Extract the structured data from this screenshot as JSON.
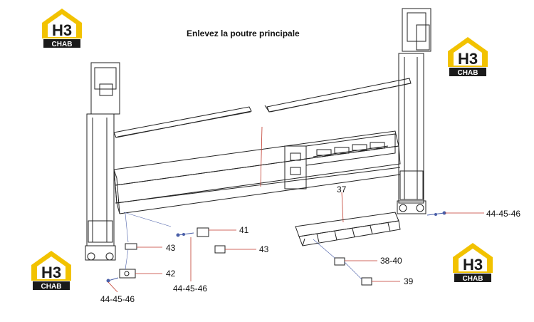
{
  "title": "Enlevez la poutre principale",
  "watermark": {
    "mark": "H3",
    "text": "CHAB"
  },
  "callouts": [
    {
      "id": "c41",
      "text": "41"
    },
    {
      "id": "c43a",
      "text": "43"
    },
    {
      "id": "c43b",
      "text": "43"
    },
    {
      "id": "c42",
      "text": "42"
    },
    {
      "id": "c44a",
      "text": "44-45-46"
    },
    {
      "id": "c44b",
      "text": "44-45-46"
    },
    {
      "id": "c44c",
      "text": "44-45-46"
    },
    {
      "id": "c37",
      "text": "37"
    },
    {
      "id": "c38",
      "text": "38-40"
    },
    {
      "id": "c39",
      "text": "39"
    }
  ],
  "colors": {
    "line": "#222222",
    "leader": "#c0392b",
    "blue": "#4a5fa8",
    "logo_yellow": "#f2c200",
    "logo_dark": "#1a1a1a"
  }
}
